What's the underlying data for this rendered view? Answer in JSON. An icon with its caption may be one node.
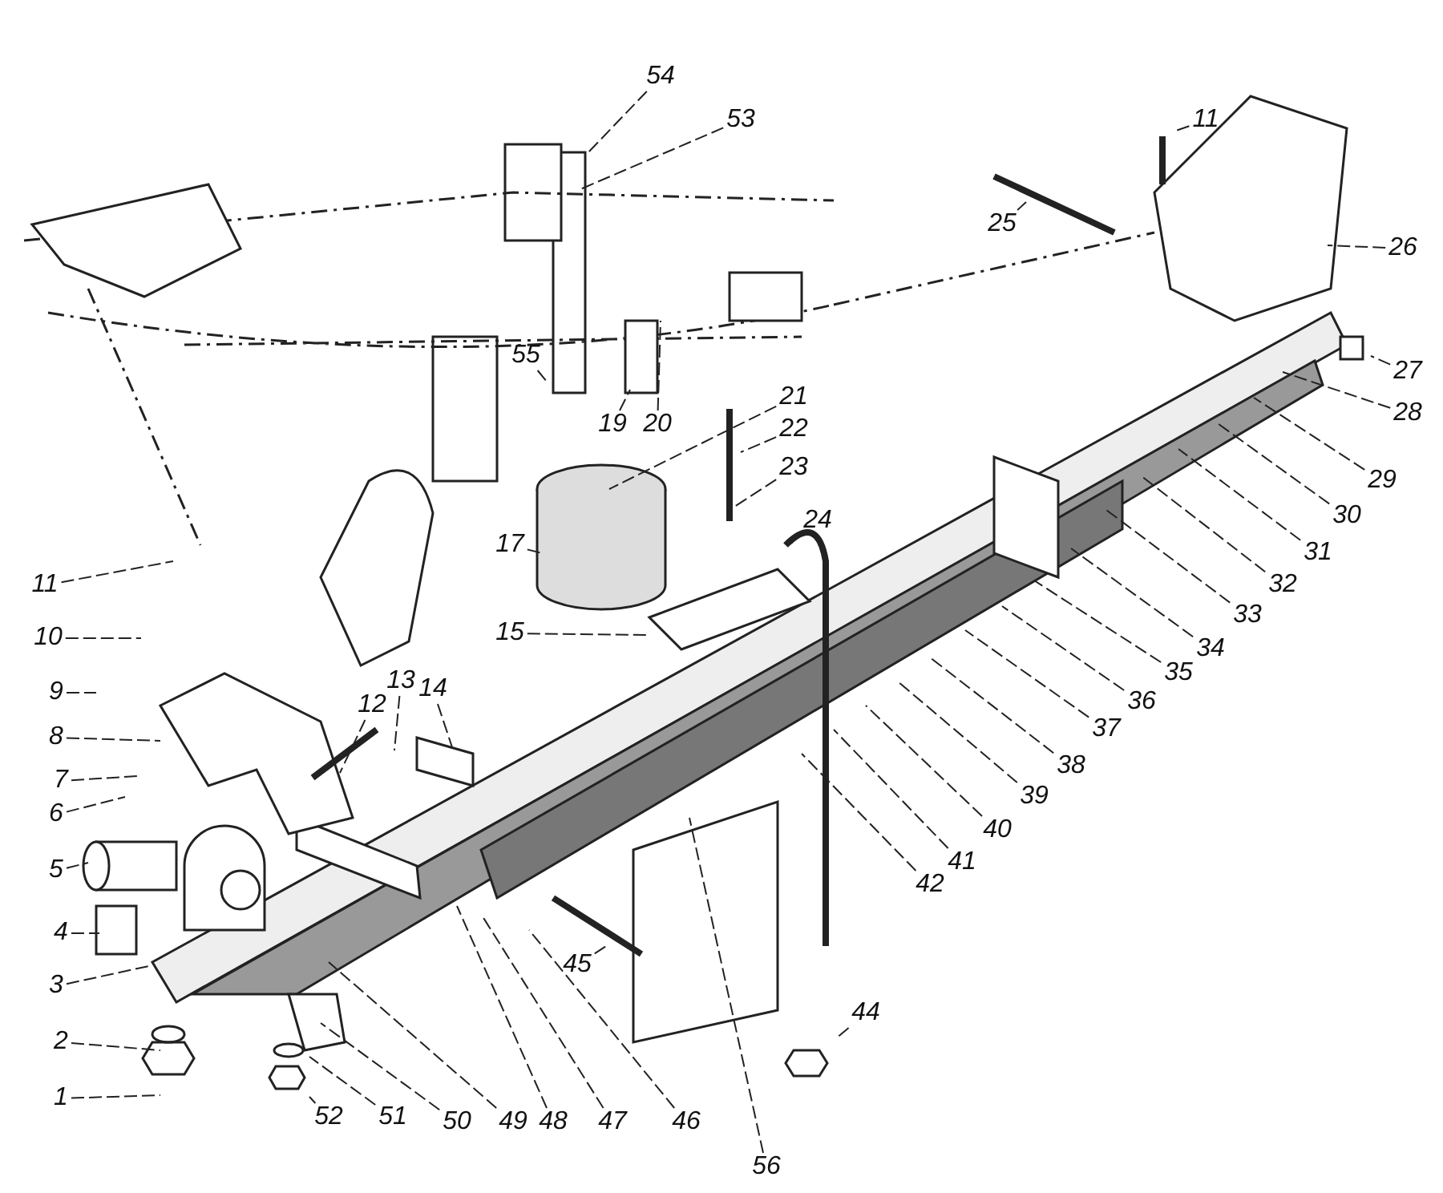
{
  "diagram": {
    "nodes": [
      {
        "text": [
          "1"
        ]
      },
      {
        "text": [
          "2"
        ]
      },
      {
        "text": [
          "3"
        ]
      },
      {
        "text": [
          "4"
        ]
      },
      {
        "text": [
          "5"
        ]
      },
      {
        "text": [
          "6"
        ]
      },
      {
        "text": [
          "7"
        ]
      },
      {
        "text": [
          "8"
        ]
      },
      {
        "text": [
          "9"
        ]
      },
      {
        "text": [
          "10"
        ]
      },
      {
        "text": [
          "11"
        ]
      },
      {
        "text": [
          "12"
        ]
      },
      {
        "text": [
          "13"
        ]
      },
      {
        "text": [
          "14"
        ]
      },
      {
        "text": [
          "15"
        ]
      },
      {
        "text": [
          "17"
        ]
      },
      {
        "text": [
          "11"
        ]
      },
      {
        "text": [
          "19"
        ]
      },
      {
        "text": [
          "20"
        ]
      },
      {
        "text": [
          "21"
        ]
      },
      {
        "text": [
          "22"
        ]
      },
      {
        "text": [
          "23"
        ]
      },
      {
        "text": [
          "24"
        ]
      },
      {
        "text": [
          "25"
        ]
      },
      {
        "text": [
          "26"
        ]
      },
      {
        "text": [
          "27"
        ]
      },
      {
        "text": [
          "28"
        ]
      },
      {
        "text": [
          "29"
        ]
      },
      {
        "text": [
          "30"
        ]
      },
      {
        "text": [
          "31"
        ]
      },
      {
        "text": [
          "32"
        ]
      },
      {
        "text": [
          "33"
        ]
      },
      {
        "text": [
          "34"
        ]
      },
      {
        "text": [
          "35"
        ]
      },
      {
        "text": [
          "36"
        ]
      },
      {
        "text": [
          "37"
        ]
      },
      {
        "text": [
          "38"
        ]
      },
      {
        "text": [
          "39"
        ]
      },
      {
        "text": [
          "40"
        ]
      },
      {
        "text": [
          "41"
        ]
      },
      {
        "text": [
          "42"
        ]
      },
      {
        "text": [
          "44"
        ]
      },
      {
        "text": [
          "45"
        ]
      },
      {
        "text": [
          "46"
        ]
      },
      {
        "text": [
          "47"
        ]
      },
      {
        "text": [
          "48"
        ]
      },
      {
        "text": [
          "49"
        ]
      },
      {
        "text": [
          "50"
        ]
      },
      {
        "text": [
          "51"
        ]
      },
      {
        "text": [
          "52"
        ]
      },
      {
        "text": [
          "53"
        ]
      },
      {
        "text": [
          "54"
        ]
      },
      {
        "text": [
          "55"
        ]
      },
      {
        "text": [
          "56"
        ]
      }
    ],
    "edges": [
      {
        "from": 0,
        "to": null,
        "arrow": "none"
      },
      {
        "from": 1,
        "to": null,
        "arrow": "none"
      },
      {
        "from": 2,
        "to": null,
        "arrow": "none"
      },
      {
        "from": 3,
        "to": null,
        "arrow": "none"
      },
      {
        "from": 4,
        "to": null,
        "arrow": "none"
      },
      {
        "from": 5,
        "to": null,
        "arrow": "none"
      },
      {
        "from": 6,
        "to": null,
        "arrow": "none"
      },
      {
        "from": 7,
        "to": null,
        "arrow": "none"
      },
      {
        "from": 8,
        "to": null,
        "arrow": "none"
      },
      {
        "from": 9,
        "to": null,
        "arrow": "none"
      },
      {
        "from": 10,
        "to": null,
        "arrow": "none"
      },
      {
        "from": 11,
        "to": null,
        "arrow": "none"
      },
      {
        "from": 12,
        "to": null,
        "arrow": "none"
      },
      {
        "from": 13,
        "to": null,
        "arrow": "none"
      },
      {
        "from": 14,
        "to": null,
        "arrow": "none"
      },
      {
        "from": 15,
        "to": null,
        "arrow": "none"
      },
      {
        "from": 16,
        "to": null,
        "arrow": "none"
      },
      {
        "from": 17,
        "to": null,
        "arrow": "none"
      },
      {
        "from": 18,
        "to": null,
        "arrow": "none"
      },
      {
        "from": 19,
        "to": null,
        "arrow": "none"
      },
      {
        "from": 20,
        "to": null,
        "arrow": "none"
      },
      {
        "from": 21,
        "to": null,
        "arrow": "none"
      },
      {
        "from": 22,
        "to": null,
        "arrow": "none"
      },
      {
        "from": 23,
        "to": null,
        "arrow": "none"
      },
      {
        "from": 24,
        "to": null,
        "arrow": "none"
      },
      {
        "from": 25,
        "to": null,
        "arrow": "none"
      },
      {
        "from": 26,
        "to": null,
        "arrow": "none"
      },
      {
        "from": 27,
        "to": null,
        "arrow": "none"
      },
      {
        "from": 28,
        "to": null,
        "arrow": "none"
      },
      {
        "from": 29,
        "to": null,
        "arrow": "none"
      },
      {
        "from": 30,
        "to": null,
        "arrow": "none"
      },
      {
        "from": 31,
        "to": null,
        "arrow": "none"
      },
      {
        "from": 32,
        "to": null,
        "arrow": "none"
      },
      {
        "from": 33,
        "to": null,
        "arrow": "none"
      },
      {
        "from": 34,
        "to": null,
        "arrow": "none"
      },
      {
        "from": 35,
        "to": null,
        "arrow": "none"
      },
      {
        "from": 36,
        "to": null,
        "arrow": "none"
      },
      {
        "from": 37,
        "to": null,
        "arrow": "none"
      },
      {
        "from": 38,
        "to": null,
        "arrow": "none"
      },
      {
        "from": 39,
        "to": null,
        "arrow": "none"
      },
      {
        "from": 40,
        "to": null,
        "arrow": "none"
      },
      {
        "from": 41,
        "to": null,
        "arrow": "none"
      },
      {
        "from": 42,
        "to": null,
        "arrow": "none"
      },
      {
        "from": 43,
        "to": null,
        "arrow": "none"
      },
      {
        "from": 44,
        "to": null,
        "arrow": "none"
      },
      {
        "from": 45,
        "to": null,
        "arrow": "none"
      },
      {
        "from": 46,
        "to": null,
        "arrow": "none"
      },
      {
        "from": 47,
        "to": null,
        "arrow": "none"
      },
      {
        "from": 48,
        "to": null,
        "arrow": "none"
      },
      {
        "from": 49,
        "to": null,
        "arrow": "none"
      },
      {
        "from": 50,
        "to": null,
        "arrow": "none"
      },
      {
        "from": 51,
        "to": null,
        "arrow": "none"
      },
      {
        "from": 52,
        "to": null,
        "arrow": "none"
      },
      {
        "from": 53,
        "to": null,
        "arrow": "none"
      }
    ]
  }
}
